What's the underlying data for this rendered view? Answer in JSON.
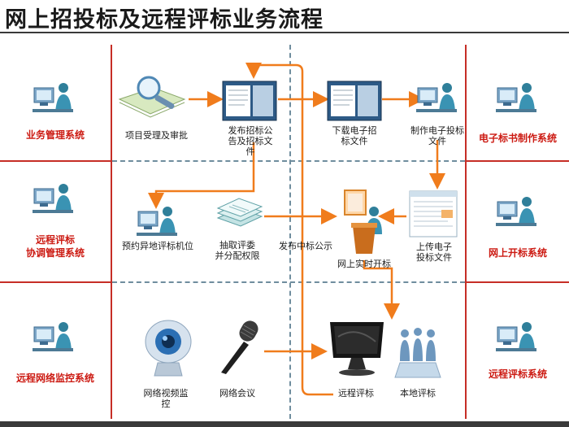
{
  "title": "网上招投标及远程评标业务流程",
  "left_systems": [
    {
      "label": "业务管理系统"
    },
    {
      "label": "远程评标\n协调管理系统"
    },
    {
      "label": "远程网络监控系统"
    }
  ],
  "right_systems": [
    {
      "label": "电子标书制作系统"
    },
    {
      "label": "网上开标系统"
    },
    {
      "label": "远程评标系统"
    }
  ],
  "nodes": {
    "project_approval": "项目受理及审批",
    "publish_tender": "发布招标公\n告及招标文\n件",
    "download_tender": "下载电子招\n标文件",
    "make_bid": "制作电子投标\n文件",
    "reserve_seat": "预约异地评标机位",
    "draw_experts": "抽取评委\n并分配权限",
    "publish_result": "发布中标公示",
    "online_opening": "网上实时开标",
    "upload_bid": "上传电子\n投标文件",
    "video_monitor": "网络视频监\n控",
    "net_meeting": "网络会议",
    "remote_eval": "远程评标",
    "local_eval": "本地评标"
  },
  "colors": {
    "arrow": "#f07c1c",
    "separator": "#c62e26",
    "side_label": "#cc1a12",
    "dash": "#6f8d9e"
  },
  "icons": [
    "person-at-computer-icon",
    "magnifier-on-book-icon",
    "document-window-icon",
    "stacked-forms-icon",
    "podium-speaker-icon",
    "document-thumbnail-icon",
    "webcam-icon",
    "microphone-icon",
    "monitor-icon",
    "meeting-group-icon"
  ]
}
